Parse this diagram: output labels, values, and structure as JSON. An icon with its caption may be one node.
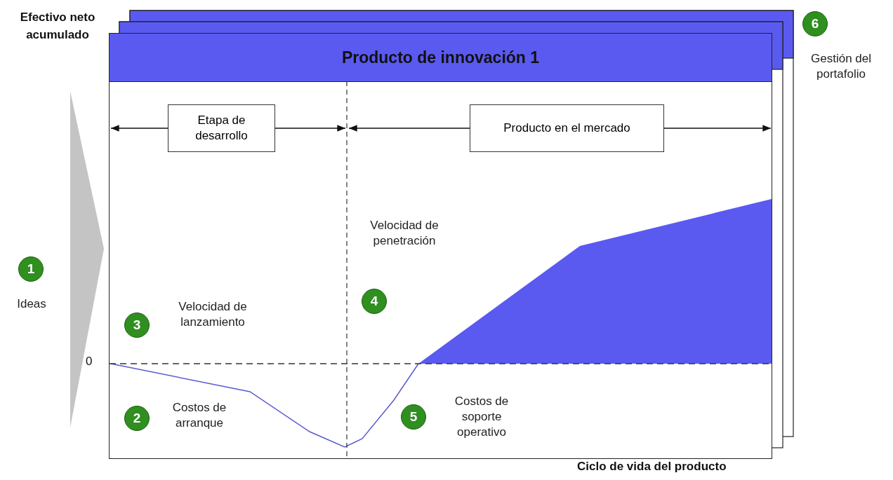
{
  "diagram": {
    "nodes": [
      {
        "text": [
          "Producto de innovación 1"
        ]
      },
      {
        "text": [
          "Etapa de desarrollo"
        ],
        "in": 0
      },
      {
        "text": [
          "Producto en el mercado"
        ],
        "in": 0
      },
      {
        "text": [
          "1"
        ],
        "beside": [
          "Ideas"
        ]
      },
      {
        "text": [
          "2"
        ],
        "beside": [
          "Costos de arranque"
        ],
        "in": 0
      },
      {
        "text": [
          "3"
        ],
        "beside": [
          "Velocidad de lanzamiento"
        ],
        "in": 0
      },
      {
        "text": [
          "4"
        ],
        "beside": [
          "Velocidad de penetración"
        ],
        "in": 0
      },
      {
        "text": [
          "5"
        ],
        "beside": [
          "Costos de soporte operativo"
        ],
        "in": 0
      },
      {
        "text": [
          "6"
        ],
        "beside": [
          "Gestión del portafolio"
        ]
      }
    ],
    "labels": [
      "Efectivo neto acumulado",
      "0",
      "Ciclo de vida del producto"
    ]
  }
}
